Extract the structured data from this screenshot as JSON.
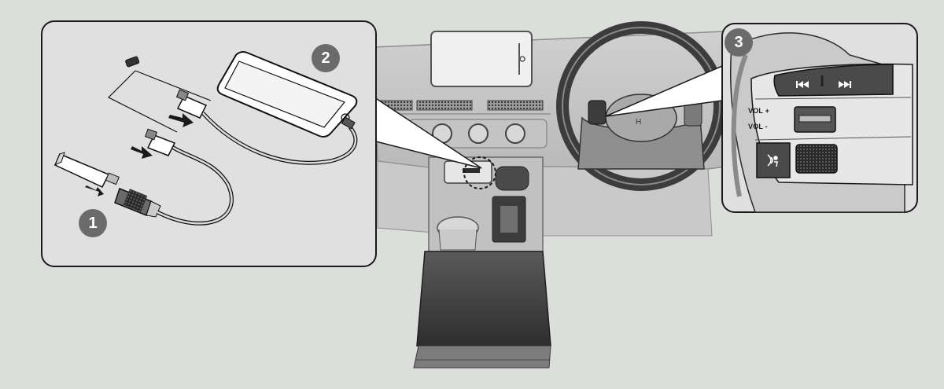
{
  "steps": [
    {
      "number": "1"
    },
    {
      "number": "2"
    },
    {
      "number": "3"
    }
  ],
  "steering_controls": {
    "vol_up_label": "VOL +",
    "vol_down_label": "VOL -",
    "prev_track_icon": "skip-previous-icon",
    "next_track_icon": "skip-next-icon",
    "voice_icon": "talk-voice-icon"
  },
  "colors": {
    "background": "#dcdedc",
    "panel": "#dfe0df",
    "line": "#1a1a1a",
    "badge": "#6b6b6b",
    "button_dark": "#4a4a4a"
  }
}
